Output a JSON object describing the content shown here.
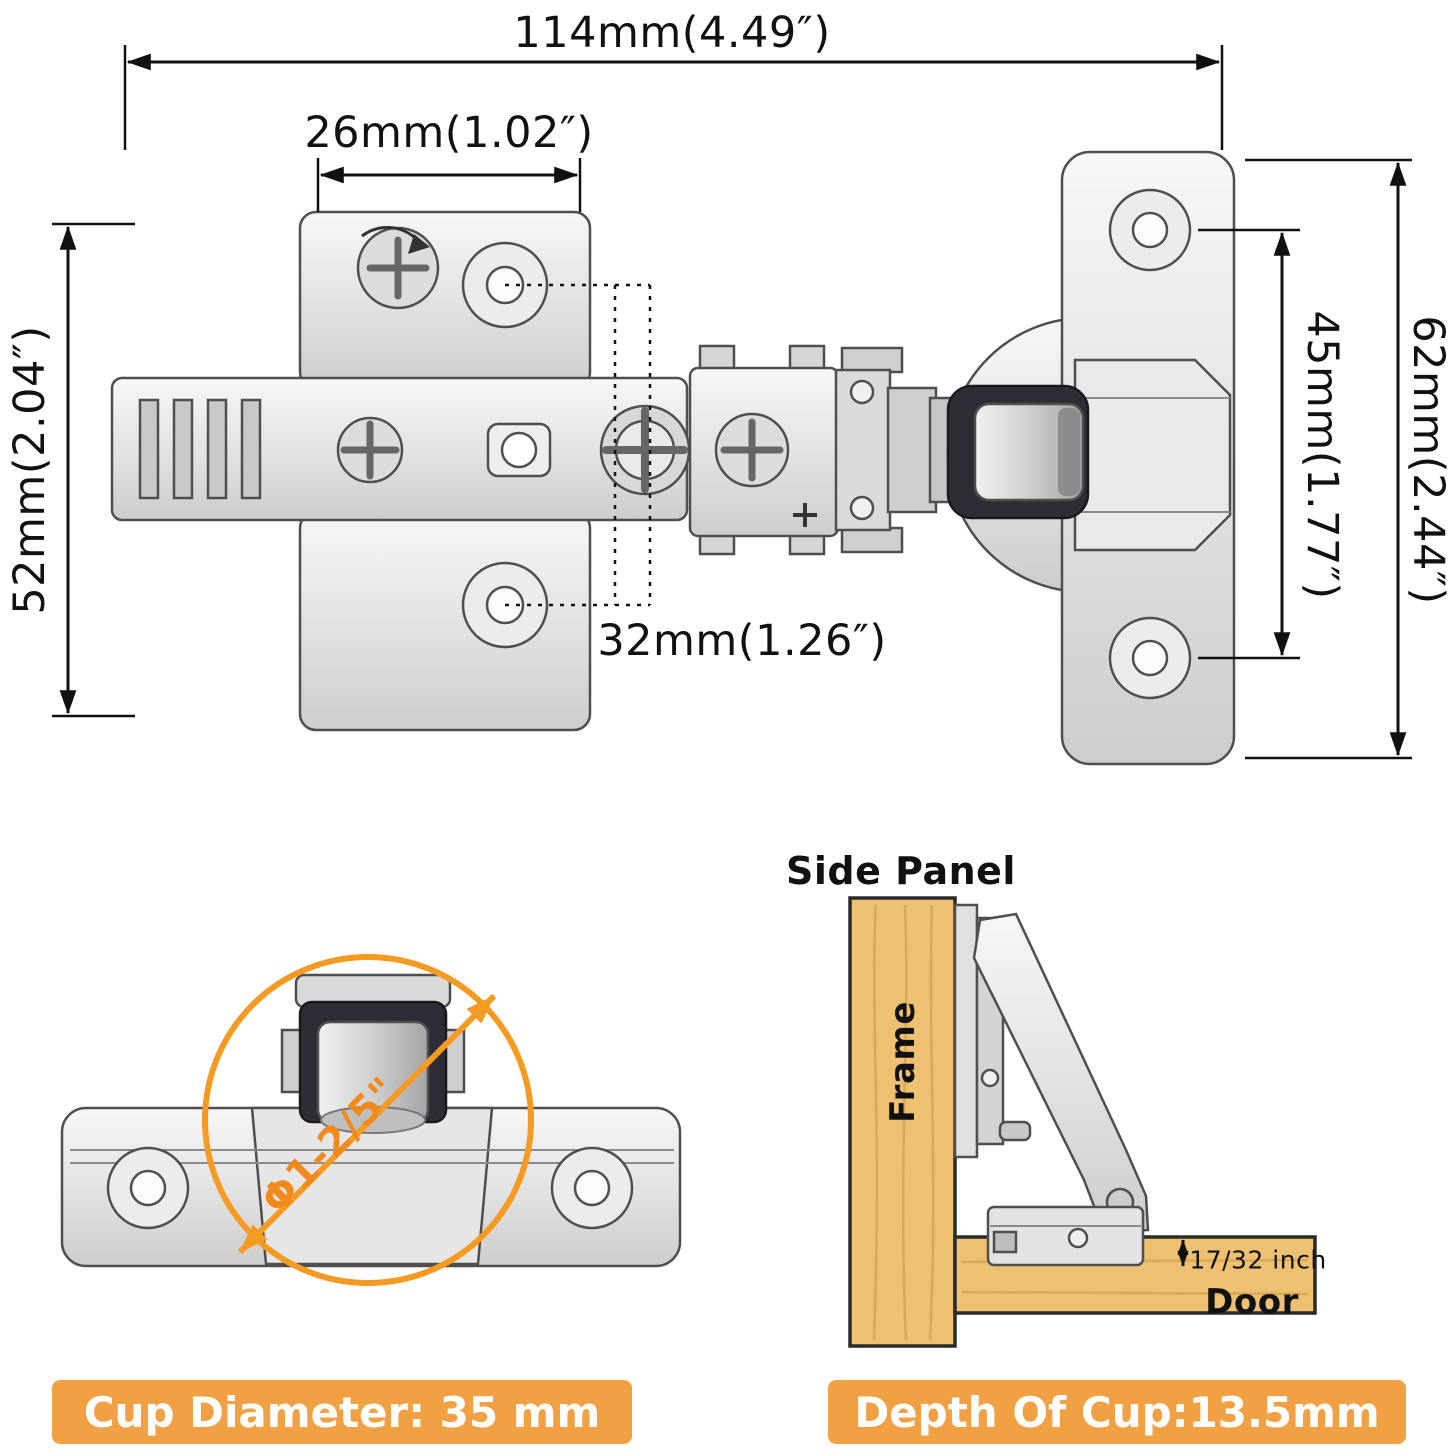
{
  "colors": {
    "accent_orange": "#F59A23",
    "banner_orange": "#F1A144",
    "line_black": "#111111",
    "metal_light": "#f5f5f5",
    "metal_dark": "#a8a8a8",
    "cup_dark": "#2d2d36",
    "wood": "#EDC171",
    "wood_grain": "#D8A956"
  },
  "dimensions": {
    "overall_width": "114mm(4.49″)",
    "plate_width": "26mm(1.02″)",
    "plate_height": "52mm(2.04″)",
    "hole_spacing": "32mm(1.26″)",
    "cup_hole_spacing": "45mm(1.77″)",
    "cup_plate_height": "62mm(2.44″)"
  },
  "cup_detail": {
    "diameter_annotation": "Φ1-2/5\""
  },
  "installation": {
    "title": "Side Panel",
    "frame_label": "Frame",
    "door_label": "Door",
    "depth_note": "17/32 inch"
  },
  "banners": {
    "cup_diameter": "Cup Diameter: 35 mm",
    "cup_depth": "Depth Of Cup:13.5mm"
  }
}
